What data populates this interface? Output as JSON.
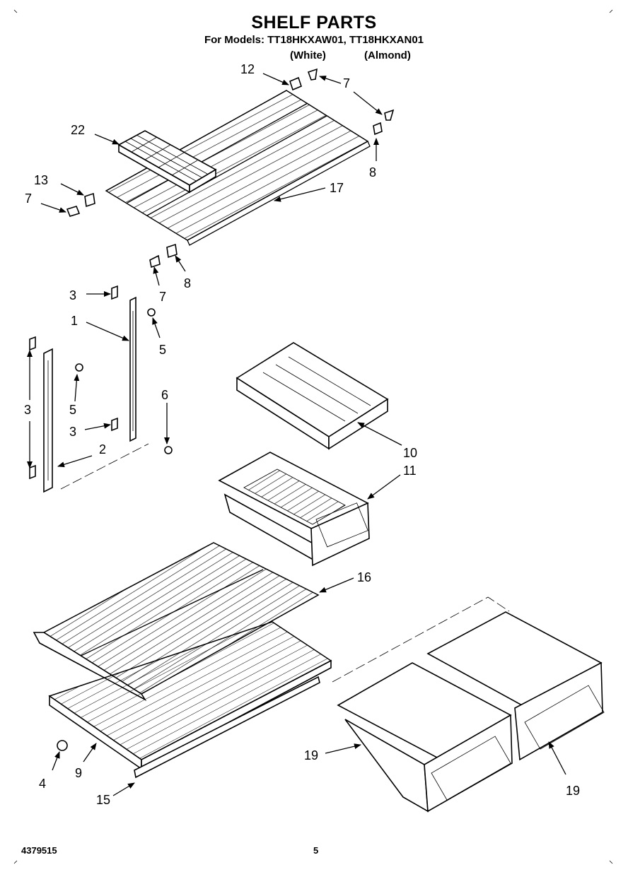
{
  "header": {
    "title": "SHELF PARTS",
    "models_line": "For Models: TT18HKXAW01, TT18HKXAN01",
    "variant_white": "(White)",
    "variant_almond": "(Almond)"
  },
  "callouts": [
    "12",
    "7",
    "22",
    "8",
    "13",
    "7",
    "17",
    "7",
    "8",
    "3",
    "1",
    "5",
    "3",
    "5",
    "6",
    "3",
    "2",
    "10",
    "11",
    "16",
    "19",
    "19",
    "4",
    "9",
    "15"
  ],
  "footer": {
    "document_number": "4379515",
    "page_number": "5"
  }
}
